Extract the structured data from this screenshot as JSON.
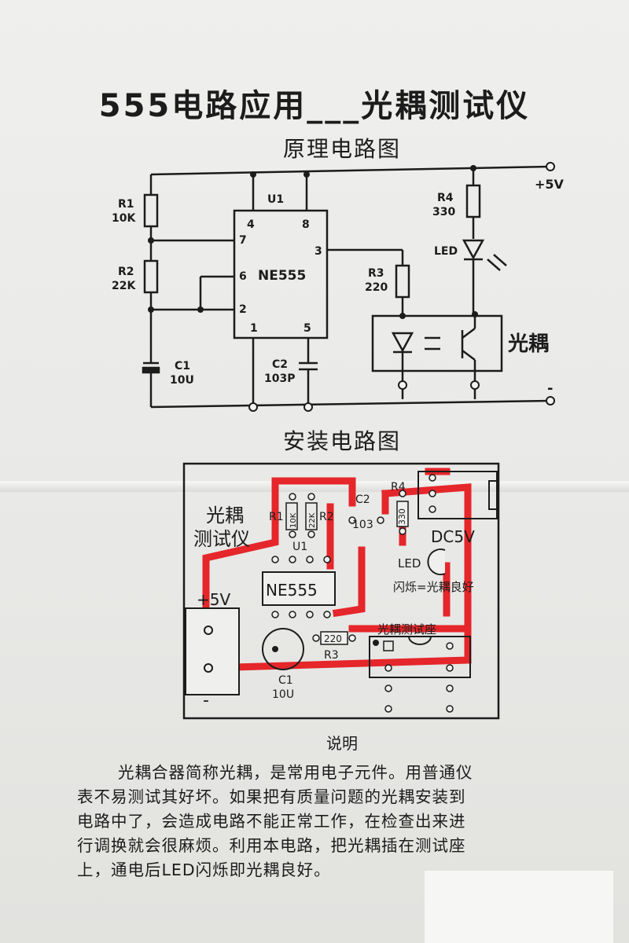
{
  "title": "555电路应用___光耦测试仪",
  "schematic": {
    "heading": "原理电路图",
    "chip_ref": "U1",
    "chip_name": "NE555",
    "pins": {
      "p4": "4",
      "p8": "8",
      "p7": "7",
      "p3": "3",
      "p6": "6",
      "p2": "2",
      "p1": "1",
      "p5": "5"
    },
    "r1_ref": "R1",
    "r1_val": "10K",
    "r2_ref": "R2",
    "r2_val": "22K",
    "r3_ref": "R3",
    "r3_val": "220",
    "r4_ref": "R4",
    "r4_val": "330",
    "c1_ref": "C1",
    "c1_val": "10U",
    "c2_ref": "C2",
    "c2_val": "103P",
    "led_label": "LED",
    "vcc_label": "+5V",
    "gnd_label": "-",
    "optocoupler_label": "光耦"
  },
  "assembly": {
    "heading": "安装电路图",
    "board_title_line1": "光耦",
    "board_title_line2": "测试仪",
    "r1": "R1",
    "r2": "R2",
    "r2_val": "22K",
    "r1_val": "10K",
    "c2": "C2",
    "c2_val": "103",
    "r4": "R4",
    "r4_val": "330",
    "u1": "U1",
    "chip": "NE555",
    "dc": "DC5V",
    "led": "LED",
    "led_note": "闪烁=光耦良好",
    "vcc": "+5V",
    "gnd": "-",
    "r3_val": "220",
    "r3": "R3",
    "socket": "光耦测试座",
    "c1": "C1",
    "c1_val": "10U"
  },
  "explanation": {
    "heading": "说明",
    "lines": [
      "光耦合器简称光耦，是常用电子元件。用普通仪",
      "表不易测试其好坏。如果把有质量问题的光耦安装到",
      "电路中了，会造成电路不能正常工作，在检查出来进",
      "行调换就会很麻烦。利用本电路，把光耦插在测试座",
      "上，通电后LED闪烁即光耦良好。"
    ]
  },
  "colors": {
    "ink": "#1c1c1c",
    "trace": "#e5262a",
    "paper": "#ececea"
  }
}
